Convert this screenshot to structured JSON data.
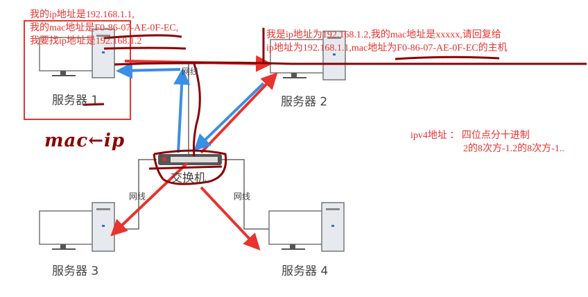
{
  "servers": [
    {
      "label": "服务器 1"
    },
    {
      "label": "服务器 2"
    },
    {
      "label": "服务器 3"
    },
    {
      "label": "服务器 4"
    }
  ],
  "switch": {
    "label": "交换机"
  },
  "cables": {
    "top": "网线",
    "left": "网线",
    "right": "网线"
  },
  "annotations": {
    "server1_lines": [
      "我的ip地址是192.168.1.1,",
      "我的mac地址是F0-86-07-AE-0F-EC,",
      "我要找ip地址是192.168.1.2"
    ],
    "server2_lines": [
      "我是ip地址为192.168.1.2,我的mac地址是xxxxx,请回复给",
      "ip地址为192.168.1.1,mac地址为F0-86-07-AE-0F-EC的主机"
    ],
    "handwritten": "mac←ip",
    "ipv4_title": "ipv4地址 ： 四位点分十进制",
    "ipv4_range": "2的8次方-1.2的8次方-1.."
  },
  "colors": {
    "annotation_red": "#e8332f",
    "dark_red": "#8b0000",
    "blue": "#3a8ee6"
  }
}
